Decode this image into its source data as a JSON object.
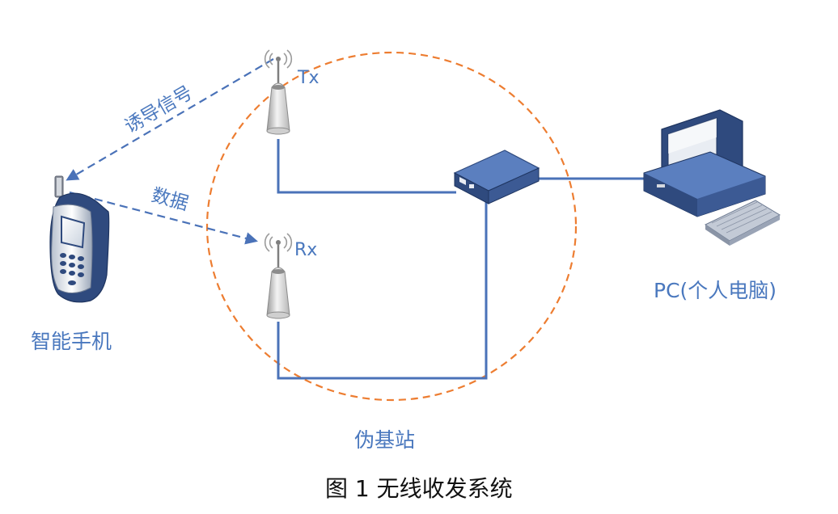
{
  "labels": {
    "tx": "Tx",
    "rx": "Rx",
    "lure_signal": "诱导信号",
    "data": "数据",
    "smartphone": "智能手机",
    "pc": "PC(个人电脑)",
    "fake_base_station": "伪基站"
  },
  "caption": "图 1 无线收发系统",
  "colors": {
    "link_blue": "#4A72B8",
    "label_blue": "#4A78BE",
    "boundary_orange": "#ED7D31",
    "device_navy": "#2F4A7E"
  }
}
